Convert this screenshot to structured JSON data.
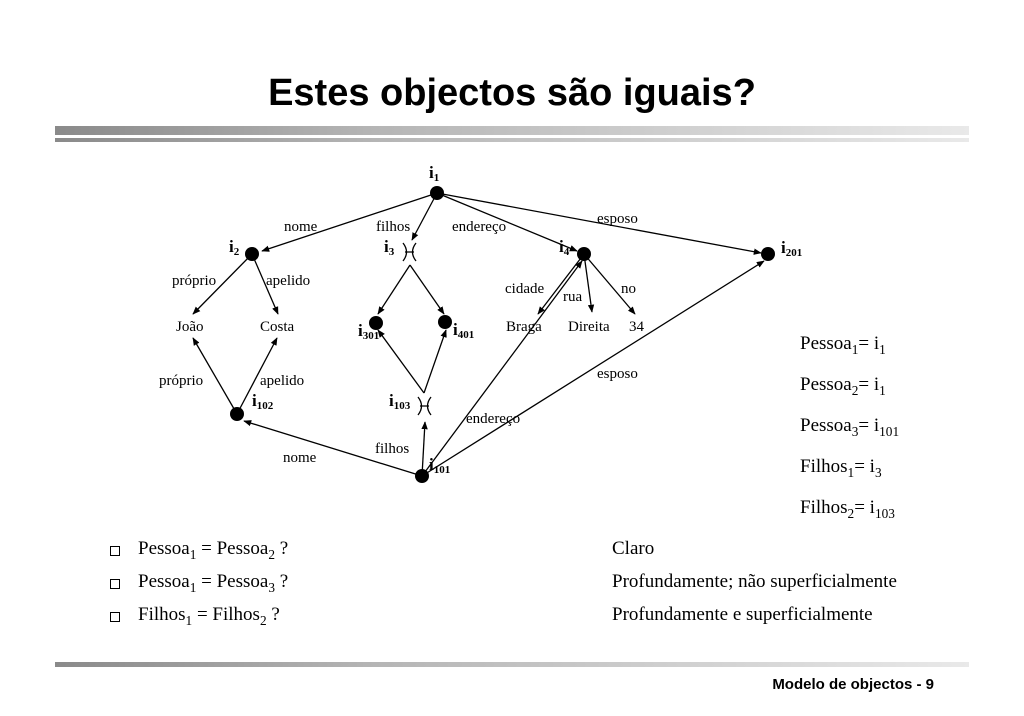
{
  "title": "Estes objectos são iguais?",
  "nodes": {
    "i1": {
      "base": "i",
      "sub": "1"
    },
    "i2": {
      "base": "i",
      "sub": "2"
    },
    "i3": {
      "base": "i",
      "sub": "3"
    },
    "i4": {
      "base": "i",
      "sub": "4"
    },
    "i201": {
      "base": "i",
      "sub": "201"
    },
    "i301": {
      "base": "i",
      "sub": "301"
    },
    "i401": {
      "base": "i",
      "sub": "401"
    },
    "i102": {
      "base": "i",
      "sub": "102"
    },
    "i103": {
      "base": "i",
      "sub": "103"
    },
    "i101": {
      "base": "i",
      "sub": "101"
    }
  },
  "values": {
    "joao": "João",
    "costa1": "Costa",
    "braga": "Braga",
    "direita": "Direita",
    "n34": "34"
  },
  "edge_labels": {
    "nome_top": "nome",
    "filhos_top": "filhos",
    "endereco_top": "endereço",
    "esposo_top": "esposo",
    "proprio_top": "próprio",
    "apelido_top": "apelido",
    "cidade": "cidade",
    "rua": "rua",
    "no": "no",
    "proprio_bot": "próprio",
    "apelido_bot": "apelido",
    "esposo_bot": "esposo",
    "endereco_bot": "endereço",
    "filhos_bot": "filhos",
    "nome_bot": "nome"
  },
  "definitions": [
    {
      "lhs": "Pessoa",
      "lhs_sub": "1",
      "rhs": "i",
      "rhs_sub": "1"
    },
    {
      "lhs": "Pessoa",
      "lhs_sub": "2",
      "rhs": "i",
      "rhs_sub": "1"
    },
    {
      "lhs": "Pessoa",
      "lhs_sub": "3",
      "rhs": "i",
      "rhs_sub": "101"
    },
    {
      "lhs": "Filhos",
      "lhs_sub": "1",
      "rhs": "i",
      "rhs_sub": "3"
    },
    {
      "lhs": "Filhos",
      "lhs_sub": "2",
      "rhs": "i",
      "rhs_sub": "103"
    }
  ],
  "questions": [
    {
      "a": "Pessoa",
      "a_sub": "1",
      "b": "Pessoa",
      "b_sub": "2",
      "answer": "Claro"
    },
    {
      "a": "Pessoa",
      "a_sub": "1",
      "b": "Pessoa",
      "b_sub": "3",
      "answer": "Profundamente; não superficialmente"
    },
    {
      "a": "Filhos",
      "a_sub": "1",
      "b": "Filhos",
      "b_sub": "2",
      "answer": "Profundamente e superficialmente"
    }
  ],
  "footer": "Modelo de objectos - 9"
}
